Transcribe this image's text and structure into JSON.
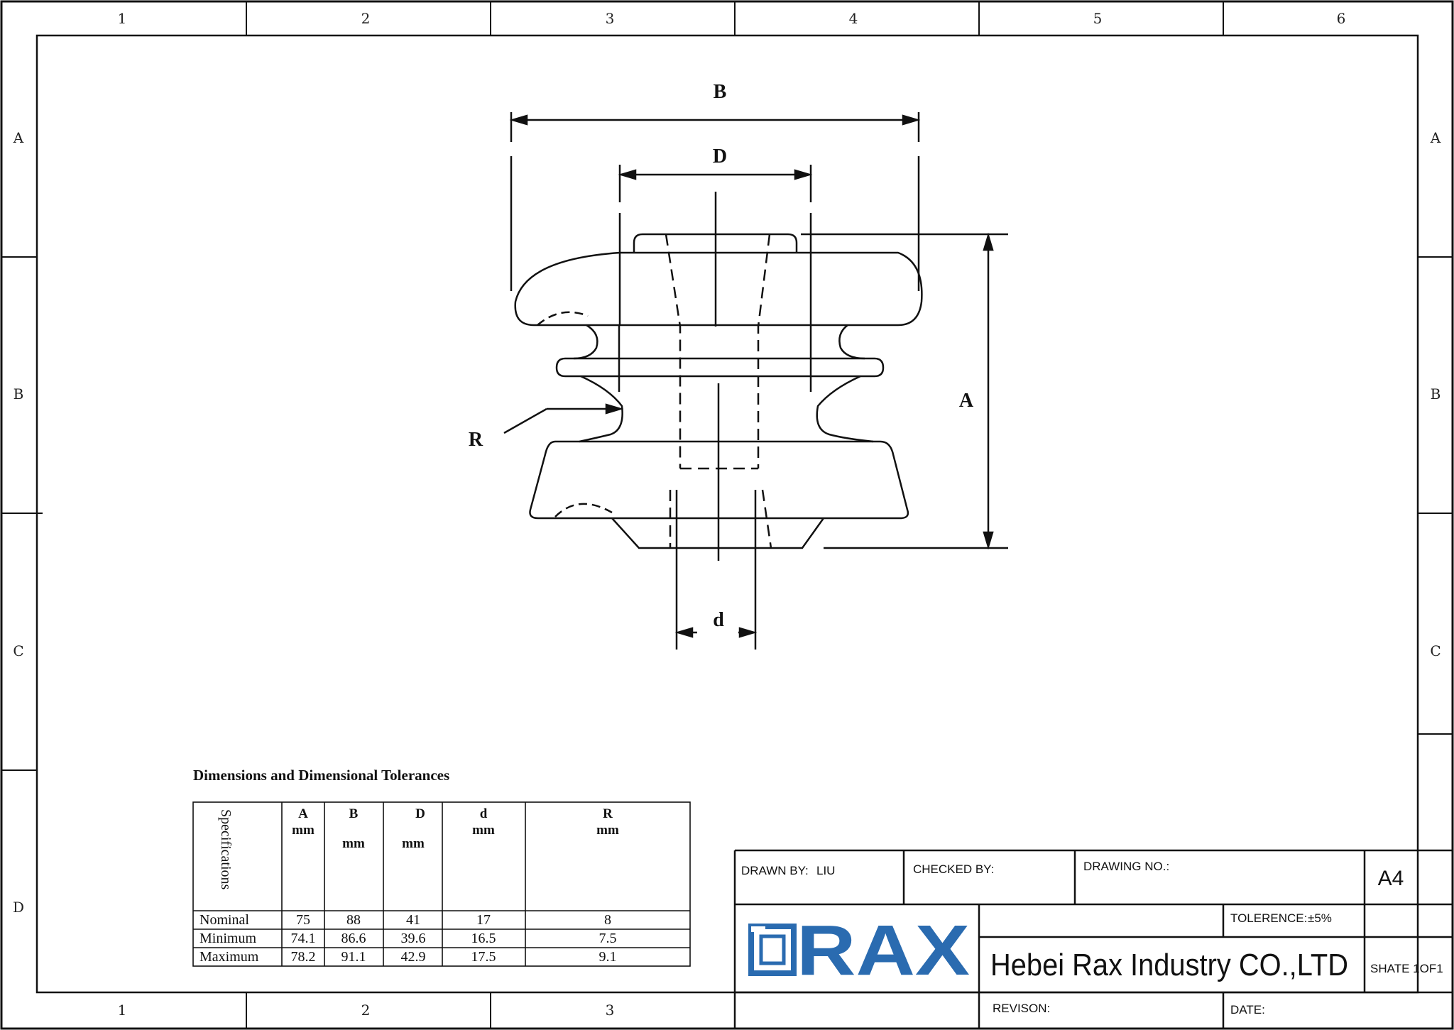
{
  "frame": {
    "columns": [
      "1",
      "2",
      "3",
      "4",
      "5",
      "6"
    ],
    "rows": [
      "A",
      "B",
      "C",
      "D"
    ],
    "bottom_columns": [
      "1",
      "2",
      "3"
    ]
  },
  "drawing": {
    "labels": {
      "B": "B",
      "D": "D",
      "A": "A",
      "R": "R",
      "d": "d"
    }
  },
  "table": {
    "title": "Dimensions and Dimensional Tolerances",
    "spec_header": "Specifications",
    "headers": [
      {
        "letter": "A",
        "unit": "mm"
      },
      {
        "letter": "B",
        "unit": "mm"
      },
      {
        "letter": "D",
        "unit": "mm"
      },
      {
        "letter": "d",
        "unit": "mm"
      },
      {
        "letter": "R",
        "unit": "mm"
      }
    ],
    "rows": [
      {
        "label": "Nominal",
        "values": [
          "75",
          "88",
          "41",
          "17",
          "8"
        ]
      },
      {
        "label": "Minimum",
        "values": [
          "74.1",
          "86.6",
          "39.6",
          "16.5",
          "7.5"
        ]
      },
      {
        "label": "Maximum",
        "values": [
          "78.2",
          "91.1",
          "42.9",
          "17.5",
          "9.1"
        ]
      }
    ]
  },
  "title_block": {
    "drawn_by_label": "DRAWN BY:",
    "drawn_by": "LIU",
    "checked_by_label": "CHECKED BY:",
    "drawing_no_label": "DRAWING NO.:",
    "size": "A4",
    "tolerance_label": "TOLERENCE:",
    "tolerance": "±5%",
    "logo_text": "RAX",
    "company": "Hebei Rax Industry CO.,LTD",
    "sheet": "SHATE 1OF1",
    "revision_label": "REVISON:",
    "date_label": "DATE:"
  },
  "colors": {
    "logo": "#2a6bb0",
    "line": "#111111"
  }
}
